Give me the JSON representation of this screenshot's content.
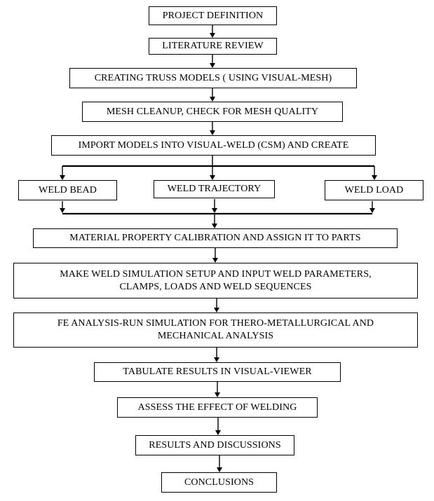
{
  "flowchart": {
    "steps": [
      "PROJECT DEFINITION",
      "LITERATURE REVIEW",
      "CREATING TRUSS MODELS ( USING VISUAL-MESH)",
      "MESH CLEANUP, CHECK FOR MESH QUALITY",
      "IMPORT MODELS INTO VISUAL-WELD (CSM) AND CREATE",
      "WELD BEAD",
      "WELD TRAJECTORY",
      "WELD LOAD",
      "MATERIAL PROPERTY CALIBRATION AND ASSIGN IT TO PARTS",
      "MAKE WELD SIMULATION SETUP AND INPUT WELD PARAMETERS,\nCLAMPS, LOADS AND WELD SEQUENCES",
      "FE ANALYSIS-RUN SIMULATION FOR THERO-METALLURGICAL AND\nMECHANICAL ANALYSIS",
      "TABULATE RESULTS IN VISUAL-VIEWER",
      "ASSESS THE EFFECT OF WELDING",
      "RESULTS AND DISCUSSIONS",
      "CONCLUSIONS"
    ]
  }
}
